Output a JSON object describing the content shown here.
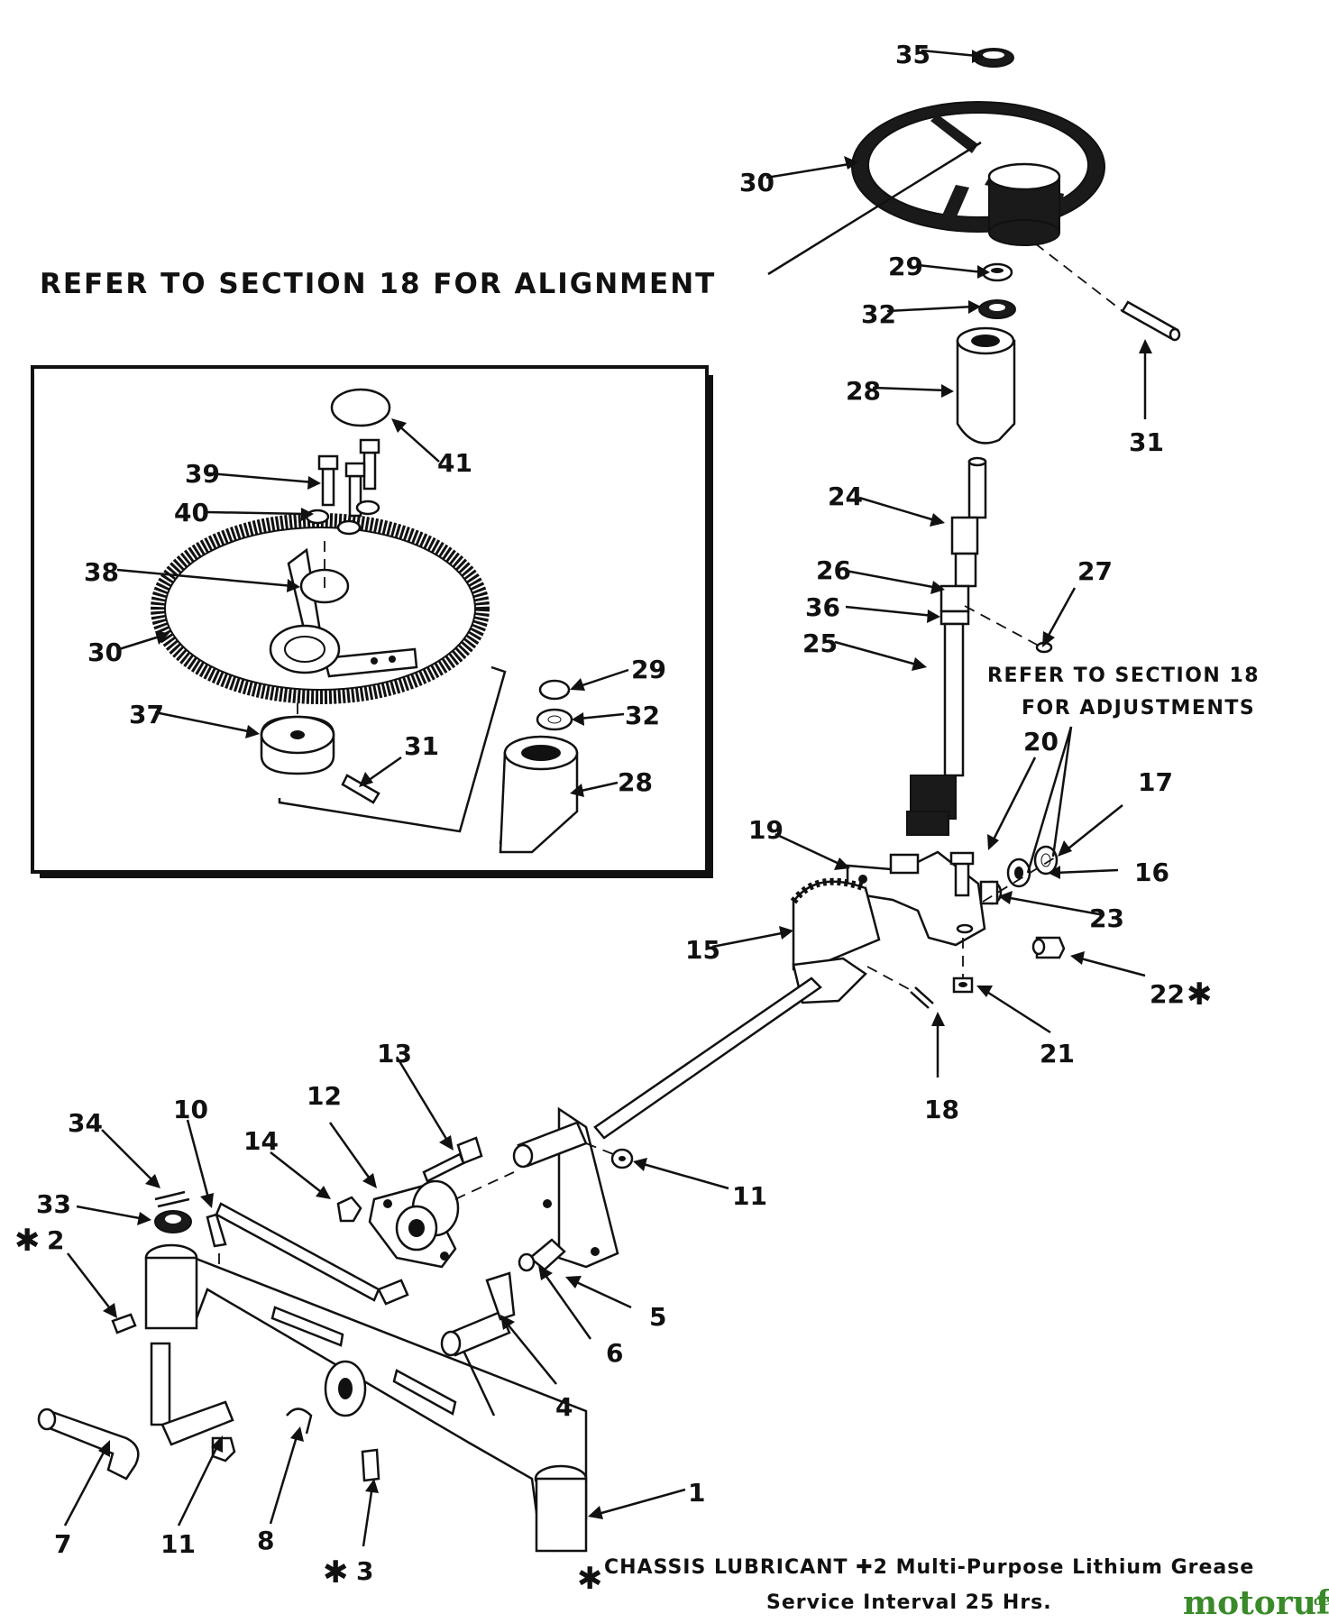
{
  "notes": {
    "alignment": "REFER TO SECTION 18 FOR ALIGNMENT",
    "adjustments_line1": "REFER TO SECTION 18",
    "adjustments_line2": "FOR ADJUSTMENTS"
  },
  "footer": {
    "star": "✱",
    "lubricant": "CHASSIS LUBRICANT ✚2 Multi-Purpose Lithium Grease",
    "interval": "Service Interval 25 Hrs."
  },
  "watermark": {
    "brand": "motoruf",
    "tld": ".de"
  },
  "labels": {
    "p1": "1",
    "p2": "2",
    "p3": "3",
    "p4": "4",
    "p5": "5",
    "p6": "6",
    "p7": "7",
    "p8": "8",
    "p10": "10",
    "p11a": "11",
    "p11b": "11",
    "p12": "12",
    "p13": "13",
    "p14": "14",
    "p15": "15",
    "p16": "16",
    "p17": "17",
    "p18": "18",
    "p19": "19",
    "p20": "20",
    "p21": "21",
    "p22": "22",
    "p23": "23",
    "p24": "24",
    "p25": "25",
    "p26": "26",
    "p27": "27",
    "p28": "28",
    "p29": "29",
    "p30": "30",
    "p31": "31",
    "p32": "32",
    "p33": "33",
    "p34": "34",
    "p35": "35",
    "p36": "36",
    "i28": "28",
    "i29": "29",
    "i30": "30",
    "i31": "31",
    "i32": "32",
    "i37": "37",
    "i38": "38",
    "i39": "39",
    "i40": "40",
    "i41": "41",
    "star": "✱"
  }
}
